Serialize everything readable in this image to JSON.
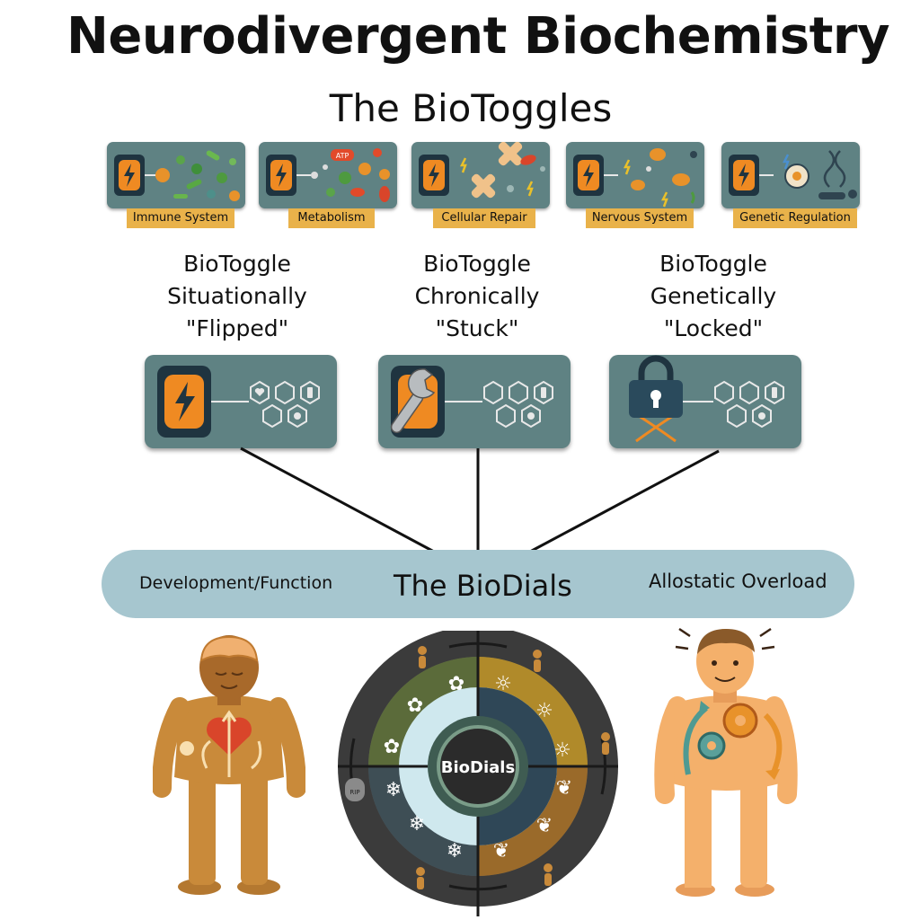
{
  "title": "Neurodivergent Biochemistry",
  "subtitle": "The BioToggles",
  "systems": [
    {
      "label": "Immune System"
    },
    {
      "label": "Metabolism"
    },
    {
      "label": "Cellular Repair"
    },
    {
      "label": "Nervous System"
    },
    {
      "label": "Genetic Regulation"
    }
  ],
  "toggle_states": [
    {
      "line1": "BioToggle",
      "line2": "Situationally",
      "line3": "\"Flipped\""
    },
    {
      "line1": "BioToggle",
      "line2": "Chronically",
      "line3": "\"Stuck\""
    },
    {
      "line1": "BioToggle",
      "line2": "Genetically",
      "line3": "\"Locked\""
    }
  ],
  "card_icon_tags": [
    "ATP"
  ],
  "biodials": {
    "left_label": "Development/Function",
    "title": "The BioDials",
    "right_label": "Allostatic Overload",
    "center_label": "BioDials",
    "tombstone_label": "RIP"
  },
  "colors": {
    "card": "#5f8283",
    "label_bg": "#e9b24a",
    "toggle_orange": "#ef8a22",
    "bar": "#a6c6cf",
    "person_brown": "#c98a3a",
    "person_peach": "#f4b06b"
  }
}
